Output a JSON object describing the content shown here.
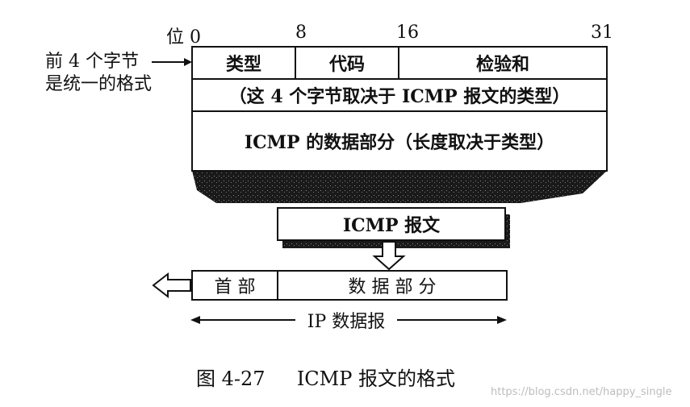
{
  "bit_labels": {
    "prefix": "位",
    "b0": "0",
    "b8": "8",
    "b16": "16",
    "b31": "31"
  },
  "side_note": {
    "line1": "前 4 个字节",
    "line2": "是统一的格式"
  },
  "header_fields": {
    "type": "类型",
    "code": "代码",
    "checksum": "检验和"
  },
  "row2_text": "（这 4 个字节取决于 ICMP 报文的类型）",
  "data_text": "ICMP 的数据部分（长度取决于类型）",
  "icmp_message_label": "ICMP 报文",
  "ip_packet": {
    "header": "首 部",
    "data": "数 据 部 分",
    "label": "IP 数据报"
  },
  "caption": {
    "number": "图 4-27",
    "title": "ICMP 报文的格式"
  },
  "watermark": "https://blog.csdn.net/happy_single"
}
